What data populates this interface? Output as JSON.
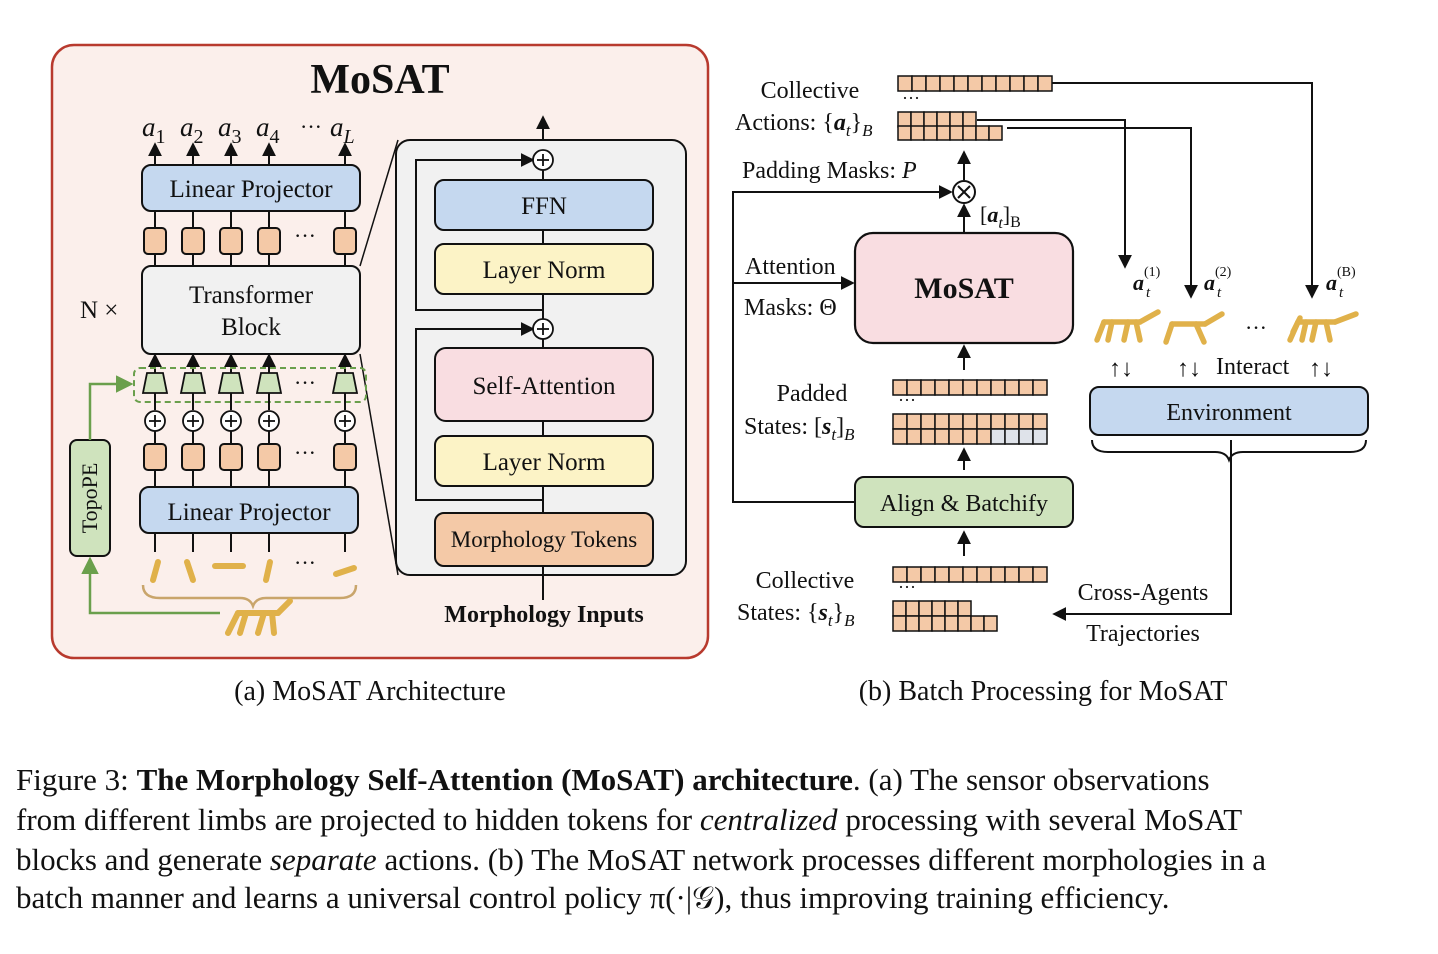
{
  "panel_a": {
    "title": "MoSAT",
    "outputs": [
      "a",
      "a",
      "a",
      "a",
      "a"
    ],
    "output_subscripts": [
      "1",
      "2",
      "3",
      "4",
      "L"
    ],
    "ellipsis": "···",
    "linear_projector_top": "Linear Projector",
    "n_times": "N ×",
    "transformer_block_line1": "Transformer",
    "transformer_block_line2": "Block",
    "linear_projector_bottom": "Linear Projector",
    "topope": "TopoPE",
    "block_detail": {
      "ffn": "FFN",
      "layer_norm_top": "Layer Norm",
      "self_attention": "Self-Attention",
      "layer_norm_bottom": "Layer Norm",
      "morphology_tokens": "Morphology Tokens"
    },
    "morphology_inputs": "Morphology Inputs",
    "caption": "(a) MoSAT Architecture"
  },
  "panel_b": {
    "collective_actions_line1": "Collective",
    "collective_actions_line2": "Actions: {",
    "collective_actions_var": "a",
    "collective_actions_sub": "t",
    "collective_actions_close": "}",
    "collective_actions_batch": "B",
    "padding_masks": "Padding Masks: ",
    "padding_masks_var": "P",
    "at_batch_var": "a",
    "at_batch_sub": "t",
    "at_batch_batch": "B",
    "attention_label": "Attention",
    "masks_label": "Masks: Θ",
    "mosat": "MoSAT",
    "agent_action_labels": [
      "(1)",
      "(2)",
      "(B)"
    ],
    "interact": "Interact",
    "environment": "Environment",
    "padded_line1": "Padded",
    "padded_line2": "States: [",
    "padded_var": "s",
    "padded_sub": "t",
    "padded_close": "]",
    "padded_batch": "B",
    "align_batchify": "Align & Batchify",
    "collective_states_line1": "Collective",
    "collective_states_line2": "States: {",
    "collective_states_var": "s",
    "collective_states_sub": "t",
    "collective_states_close": "}",
    "collective_states_batch": "B",
    "cross_agents": "Cross-Agents",
    "trajectories": "Trajectories",
    "caption": "(b) Batch Processing for MoSAT"
  },
  "figure_caption": {
    "prefix": "Figure 3: ",
    "bold_title": "The Morphology Self-Attention (MoSAT) architecture",
    "line1_rest": ". (a) The sensor observations",
    "line2_a": "from different limbs are projected to hidden tokens for ",
    "line2_em": "centralized",
    "line2_b": " processing with several MoSAT",
    "line3_a": "blocks and generate ",
    "line3_em": "separate",
    "line3_b": " actions. (b) The MoSAT network processes different morphologies in a",
    "line4": "batch manner and learns a universal control policy π(·|𝒢), thus improving training efficiency."
  },
  "colors": {
    "panel_border": "#b83a2e",
    "panel_fill": "#fbefeb",
    "blue_box": "#c5d8ef",
    "yellow_box": "#fcf3c6",
    "pink_box": "#f9dde1",
    "token_orange": "#f4c9a7",
    "green": "#6a9f4c",
    "green_fill": "#cfe3bd",
    "gray_box": "#f1f1f1",
    "limb_gold": "#e0b14a"
  }
}
